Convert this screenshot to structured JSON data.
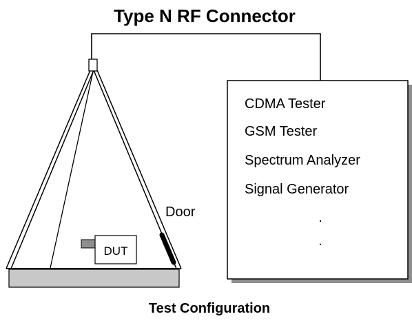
{
  "title": "Type N RF Connector",
  "caption": "Test Configuration",
  "door_label": "Door",
  "dut_label": "DUT",
  "equipment": [
    "CDMA Tester",
    "GSM Tester",
    "Spectrum Analyzer",
    "Signal Generator"
  ],
  "continuation_dots": [
    ".",
    "."
  ]
}
